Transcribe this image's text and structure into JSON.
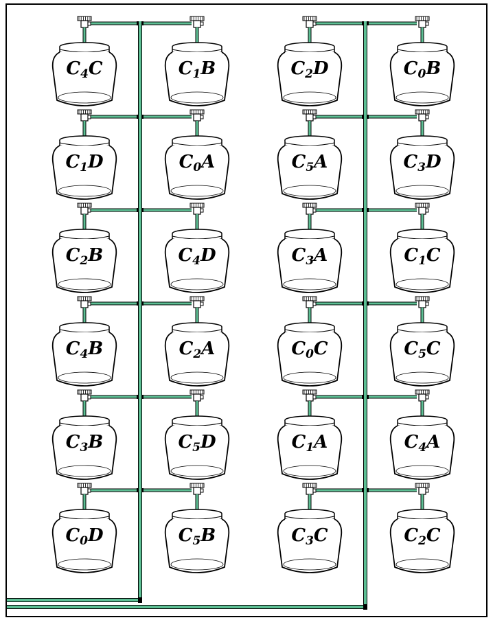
{
  "diagram": {
    "colors": {
      "pipe_fill": "#5dbf94",
      "pipe_outline": "#000000",
      "jar_outline": "#000000",
      "frame": "#000000"
    },
    "jars": [
      {
        "column": 0,
        "row": 0,
        "base": "C",
        "sub": "4",
        "suffix": "C"
      },
      {
        "column": 1,
        "row": 0,
        "base": "C",
        "sub": "1",
        "suffix": "B"
      },
      {
        "column": 2,
        "row": 0,
        "base": "C",
        "sub": "2",
        "suffix": "D"
      },
      {
        "column": 3,
        "row": 0,
        "base": "C",
        "sub": "0",
        "suffix": "B"
      },
      {
        "column": 0,
        "row": 1,
        "base": "C",
        "sub": "1",
        "suffix": "D"
      },
      {
        "column": 1,
        "row": 1,
        "base": "C",
        "sub": "0",
        "suffix": "A"
      },
      {
        "column": 2,
        "row": 1,
        "base": "C",
        "sub": "5",
        "suffix": "A"
      },
      {
        "column": 3,
        "row": 1,
        "base": "C",
        "sub": "3",
        "suffix": "D"
      },
      {
        "column": 0,
        "row": 2,
        "base": "C",
        "sub": "2",
        "suffix": "B"
      },
      {
        "column": 1,
        "row": 2,
        "base": "C",
        "sub": "4",
        "suffix": "D"
      },
      {
        "column": 2,
        "row": 2,
        "base": "C",
        "sub": "3",
        "suffix": "A"
      },
      {
        "column": 3,
        "row": 2,
        "base": "C",
        "sub": "1",
        "suffix": "C"
      },
      {
        "column": 0,
        "row": 3,
        "base": "C",
        "sub": "4",
        "suffix": "B"
      },
      {
        "column": 1,
        "row": 3,
        "base": "C",
        "sub": "2",
        "suffix": "A"
      },
      {
        "column": 2,
        "row": 3,
        "base": "C",
        "sub": "0",
        "suffix": "C"
      },
      {
        "column": 3,
        "row": 3,
        "base": "C",
        "sub": "5",
        "suffix": "C"
      },
      {
        "column": 0,
        "row": 4,
        "base": "C",
        "sub": "3",
        "suffix": "B"
      },
      {
        "column": 1,
        "row": 4,
        "base": "C",
        "sub": "5",
        "suffix": "D"
      },
      {
        "column": 2,
        "row": 4,
        "base": "C",
        "sub": "1",
        "suffix": "A"
      },
      {
        "column": 3,
        "row": 4,
        "base": "C",
        "sub": "4",
        "suffix": "A"
      },
      {
        "column": 0,
        "row": 5,
        "base": "C",
        "sub": "0",
        "suffix": "D"
      },
      {
        "column": 1,
        "row": 5,
        "base": "C",
        "sub": "5",
        "suffix": "B"
      },
      {
        "column": 2,
        "row": 5,
        "base": "C",
        "sub": "3",
        "suffix": "C"
      },
      {
        "column": 3,
        "row": 5,
        "base": "C",
        "sub": "2",
        "suffix": "C"
      }
    ]
  }
}
